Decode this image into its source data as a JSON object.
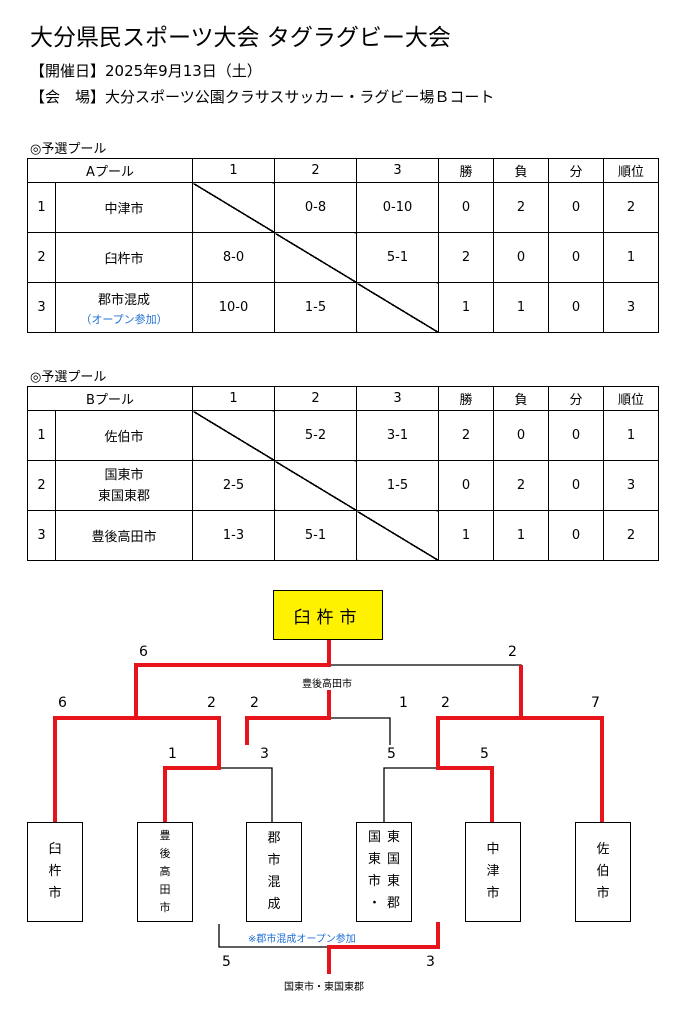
{
  "header": {
    "title": "大分県民スポーツ大会 タグラグビー大会",
    "date_line": "【開催日】2025年9月13日（土）",
    "venue_line": "【会　場】大分スポーツ公園クラサスサッカー・ラグビー場Ｂコート"
  },
  "pool_a": {
    "label": "◎予選プール",
    "headers": [
      "Aプール",
      "1",
      "2",
      "3",
      "勝",
      "負",
      "分",
      "順位"
    ],
    "rows": [
      {
        "no": "1",
        "team": "中津市",
        "sub": "",
        "r1": "",
        "r2": "0-8",
        "r3": "0-10",
        "w": "0",
        "l": "2",
        "d": "0",
        "rank": "2"
      },
      {
        "no": "2",
        "team": "臼杵市",
        "sub": "",
        "r1": "8-0",
        "r2": "",
        "r3": "5-1",
        "w": "2",
        "l": "0",
        "d": "0",
        "rank": "1"
      },
      {
        "no": "3",
        "team": "郡市混成",
        "sub": "（オープン参加）",
        "r1": "10-0",
        "r2": "1-5",
        "r3": "",
        "w": "1",
        "l": "1",
        "d": "0",
        "rank": "3"
      }
    ]
  },
  "pool_b": {
    "label": "◎予選プール",
    "headers": [
      "Bプール",
      "1",
      "2",
      "3",
      "勝",
      "負",
      "分",
      "順位"
    ],
    "rows": [
      {
        "no": "1",
        "team": "佐伯市",
        "team2": "",
        "r1": "",
        "r2": "5-2",
        "r3": "3-1",
        "w": "2",
        "l": "0",
        "d": "0",
        "rank": "1"
      },
      {
        "no": "2",
        "team": "国東市",
        "team2": "東国東郡",
        "r1": "2-5",
        "r2": "",
        "r3": "1-5",
        "w": "0",
        "l": "2",
        "d": "0",
        "rank": "3"
      },
      {
        "no": "3",
        "team": "豊後高田市",
        "team2": "",
        "r1": "1-3",
        "r2": "5-1",
        "r3": "",
        "w": "1",
        "l": "1",
        "d": "0",
        "rank": "2"
      }
    ]
  },
  "bracket": {
    "champion": "臼杵市",
    "teams": [
      {
        "chars": [
          "臼",
          "杵",
          "市"
        ]
      },
      {
        "chars": [
          "豊",
          "後",
          "高",
          "田",
          "市"
        ]
      },
      {
        "chars": [
          "郡",
          "市",
          "混",
          "成"
        ]
      },
      {
        "col1": [
          "国",
          "東",
          "市",
          "・"
        ],
        "col2": [
          "東",
          "国",
          "東",
          "郡"
        ]
      },
      {
        "chars": [
          "中",
          "津",
          "市"
        ]
      },
      {
        "chars": [
          "佐",
          "伯",
          "市"
        ]
      }
    ],
    "scores": {
      "final_left": "6",
      "final_right": "2",
      "sf_left_a": "6",
      "sf_left_b": "2",
      "sf_mid_a": "2",
      "sf_mid_b": "1",
      "sf_right_a": "2",
      "sf_right_b": "7",
      "qf1_a": "1",
      "qf1_b": "3",
      "qf2_a": "5",
      "qf2_b": "5",
      "bottom_a": "5",
      "bottom_b": "3"
    },
    "final_loser_label": "豊後高田市",
    "bottom_winner_label": "国東市・東国東郡",
    "open_note": "※郡市混成オープン参加"
  },
  "colors": {
    "highlight": "#e8141b",
    "champion_bg": "#fff200",
    "note": "#1f6fd6"
  }
}
